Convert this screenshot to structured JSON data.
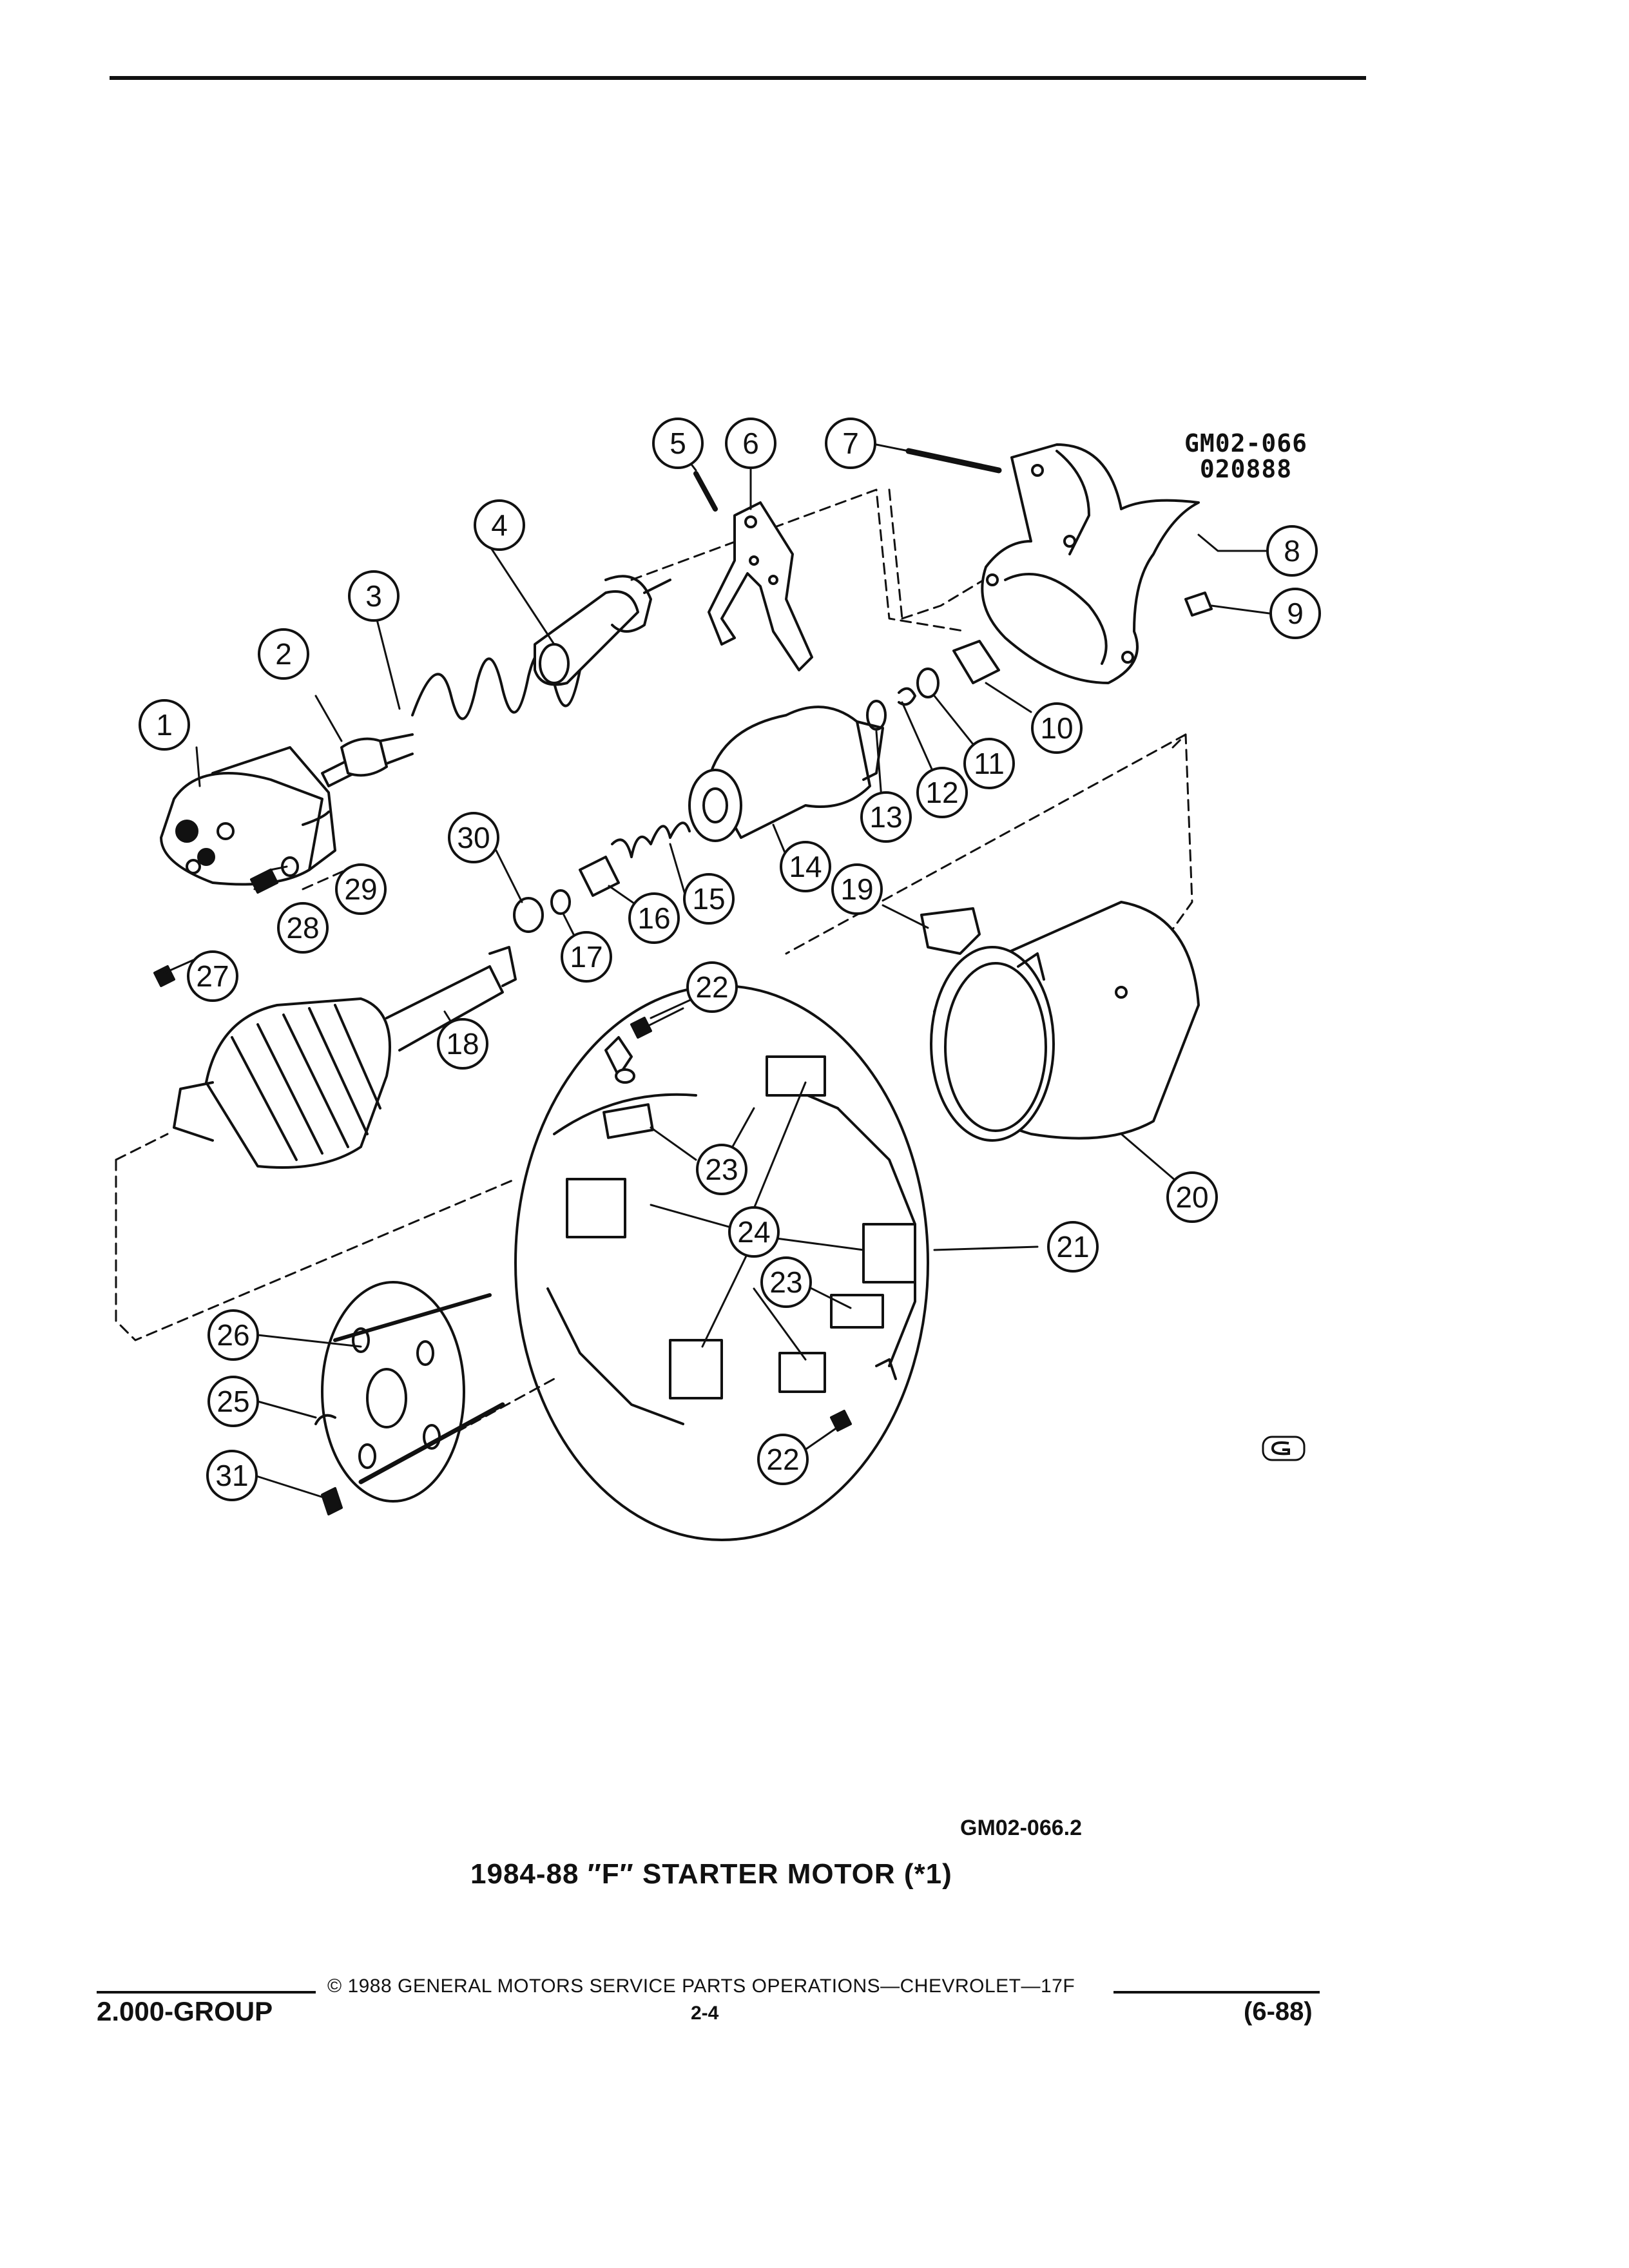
{
  "drawing_id": {
    "line1": "GM02-066",
    "line2": "020888"
  },
  "callouts": [
    "1",
    "2",
    "3",
    "4",
    "5",
    "6",
    "7",
    "8",
    "9",
    "10",
    "11",
    "12",
    "13",
    "14",
    "15",
    "16",
    "17",
    "18",
    "19",
    "20",
    "21",
    "22",
    "22",
    "23",
    "23",
    "24",
    "25",
    "26",
    "27",
    "28",
    "29",
    "30",
    "31"
  ],
  "icons": {
    "logo": "gm-logo-icon"
  },
  "figure": {
    "ref_code": "GM02-066.2",
    "title": "1984-88 ″F″ STARTER MOTOR (*1)"
  },
  "footer": {
    "group": "2.000-GROUP",
    "copyright": "© 1988 GENERAL MOTORS SERVICE PARTS OPERATIONS—CHEVROLET—17F",
    "page": "2-4",
    "date": "(6-88)"
  }
}
